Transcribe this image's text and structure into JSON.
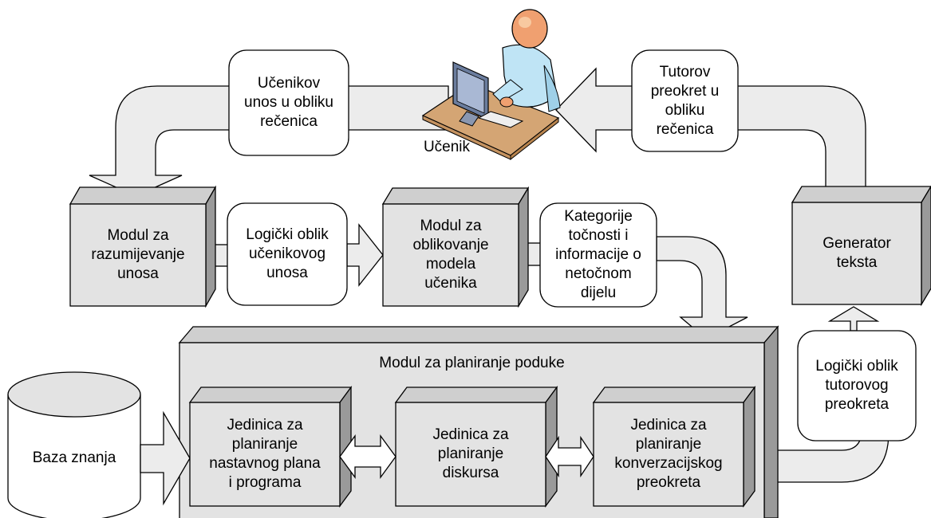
{
  "student": {
    "label": "Učenik"
  },
  "flows": {
    "student_input": "Učenikov\nunos u obliku\nrečenica",
    "tutor_turn": "Tutorov\npreokret u\nobliku\nrečenica",
    "logical_student_input": "Logički oblik\nučenikovog\nunosa",
    "accuracy_info": "Kategorije\ntočnosti i\ninformacije o\nnetočnom\ndijelu",
    "logical_tutor_turn": "Logički oblik\ntutorovog\npreokreta"
  },
  "modules": {
    "understanding": "Modul za\nrazumijevanje\nunosa",
    "student_model": "Modul za\noblikovanje\nmodela\nučenika",
    "text_generator": "Generator\nteksta",
    "planning": {
      "title": "Modul za planiranje poduke",
      "units": {
        "curriculum": "Jedinica za\nplaniranje\nnastavnog plana\ni programa",
        "discourse": "Jedinica za\nplaniranje\ndiskursa",
        "conversation": "Jedinica za\nplaniranje\nkonverzacijskog\npreokreta"
      }
    }
  },
  "knowledge_base": {
    "label": "Baza znanja"
  },
  "colors": {
    "box_face": "#e3e3e3",
    "box_side": "#9a9a9a",
    "box_top": "#cfcfcf",
    "arrow_fill": "#ececec",
    "outline": "#000000",
    "desk": "#d4a574",
    "monitor": "#6b7d9e",
    "shirt": "#bfe4f5",
    "skin": "#f0a070"
  }
}
